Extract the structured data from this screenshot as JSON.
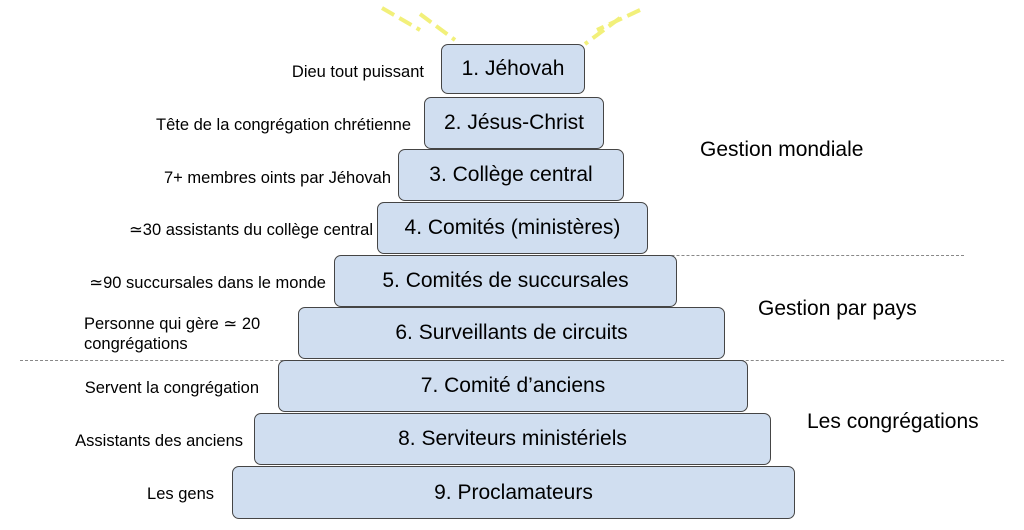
{
  "levels": [
    {
      "label": "1. Jéhovah",
      "description": "Dieu tout puissant"
    },
    {
      "label": "2. Jésus-Christ",
      "description": "Tête de la congrégation chrétienne"
    },
    {
      "label": "3. Collège central",
      "description": "7+ membres oints par Jéhovah"
    },
    {
      "label": "4. Comités (ministères)",
      "description": "≃30 assistants du collège central"
    },
    {
      "label": "5. Comités de succursales",
      "description": "≃90 succursales dans le monde"
    },
    {
      "label": "6. Surveillants de circuits",
      "description": "Personne qui gère ≃ 20 congrégations"
    },
    {
      "label": "7. Comité d’anciens",
      "description": "Servent la congrégation"
    },
    {
      "label": "8. Serviteurs ministériels",
      "description": "Assistants des anciens"
    },
    {
      "label": "9. Proclamateurs",
      "description": "Les gens"
    }
  ],
  "groups": [
    {
      "label": "Gestion mondiale"
    },
    {
      "label": "Gestion par pays"
    },
    {
      "label": "Les congrégations"
    }
  ],
  "colors": {
    "box_fill": "#d0def0",
    "box_border": "#454545",
    "rays": "#f2f07a",
    "divider": "#888888"
  }
}
